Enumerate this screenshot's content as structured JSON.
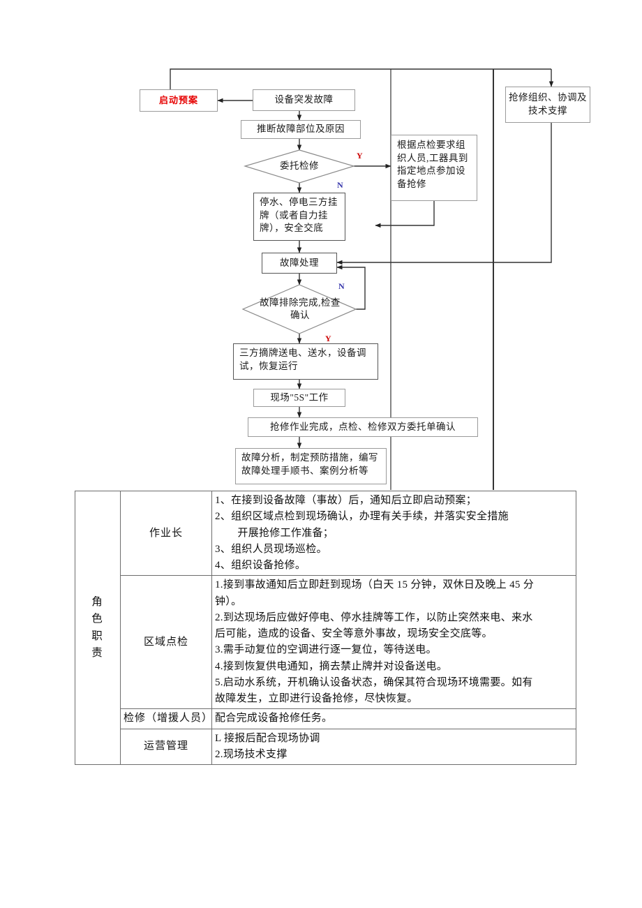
{
  "flowchart": {
    "nodes": {
      "start_plan": "启动预案",
      "sudden_fault": "设备突发故障",
      "infer_cause": "推断故障部位及原因",
      "entrust_repair": "委托检修",
      "organize_staff": "根据点检要求组织人员,工器具到指定地点参加设备抢修",
      "rescue_org": "抢修组织、协调及技术支撑",
      "lockout": "停水、停电三方挂牌（或者自力挂牌），安全交底",
      "fault_handle": "故障处理",
      "fault_cleared": "故障排除完成,检查确认",
      "restore": "三方摘牌送电、送水，设备调试，恢复运行",
      "site_5s": "现场\"5S\"工作",
      "work_done": "抢修作业完成，点检、检修双方委托单确认",
      "analysis": "故障分析，制定预防措施，编写故障处理手顺书、案例分析等"
    },
    "branches": {
      "entrust_yes": "Y",
      "entrust_no": "N",
      "cleared_no": "N",
      "cleared_yes": "Y"
    },
    "colors": {
      "emphasis_red": "#e60000",
      "branch_yes": "#cc0000",
      "branch_no": "#3333aa",
      "node_border": "#9a9a9a",
      "wire": "#333333"
    }
  },
  "table": {
    "group_label_chars": [
      "角",
      "色",
      "职",
      "责"
    ],
    "rows": [
      {
        "role": "作业长",
        "lines": [
          "1、在接到设备故障（事故）后，通知后立即启动预案；",
          "2、组织区域点检到现场确认，办理有关手续，并落实安全措施",
          "        开展抢修工作准备；",
          "3、组织人员现场巡检。",
          "4、组织设备抢修。"
        ]
      },
      {
        "role": "区域点检",
        "lines": [
          "1.接到事故通知后立即赶到现场（白天 15 分钟，双休日及晚上 45 分",
          "钟）。",
          "2.到达现场后应做好停电、停水挂牌等工作，以防止突然来电、来水",
          "后可能，造成的设备、安全等意外事故，现场安全交底等。",
          "3.需手动复位的空调进行逐一复位，等待送电。",
          "4.接到恢复供电通知，摘去禁止牌并对设备送电。",
          "5.启动水系统，开机确认设备状态，确保其符合现场环境需要。如有",
          "故障发生，立即进行设备抢修，尽快恢复。"
        ]
      },
      {
        "role": "检修（增援人员）",
        "lines": [
          "配合完成设备抢修任务。"
        ]
      },
      {
        "role": "运营管理",
        "lines": [
          "L 接报后配合现场协调",
          "2.现场技术支撑"
        ]
      }
    ]
  }
}
